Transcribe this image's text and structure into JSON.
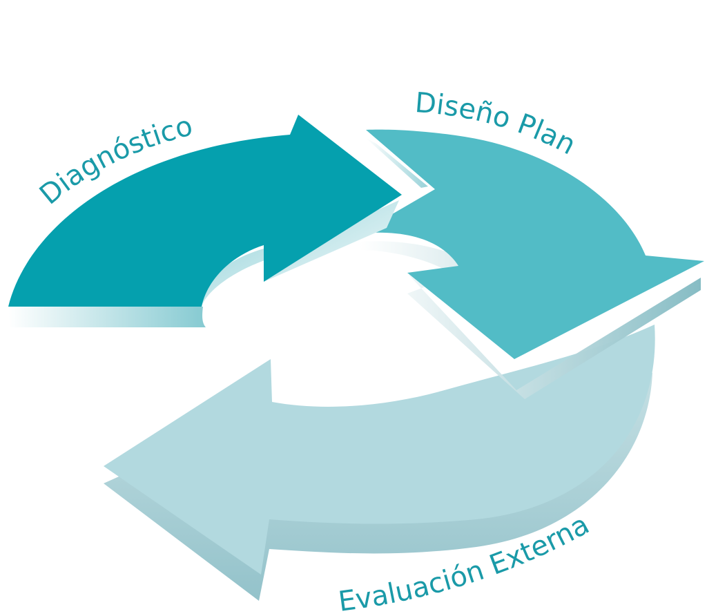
{
  "colors": {
    "background": "#ffffff",
    "diagnostico": "#05a0ae",
    "diseno": "#52bcc6",
    "evaluacion": "#b2d9df",
    "label_text": "#1a9aa8"
  },
  "cycle": {
    "stages": [
      {
        "id": "diagnostico",
        "label": "Diagnóstico"
      },
      {
        "id": "diseno",
        "label": "Diseño Plan"
      },
      {
        "id": "evaluacion",
        "label": "Evaluación Externa"
      }
    ]
  }
}
